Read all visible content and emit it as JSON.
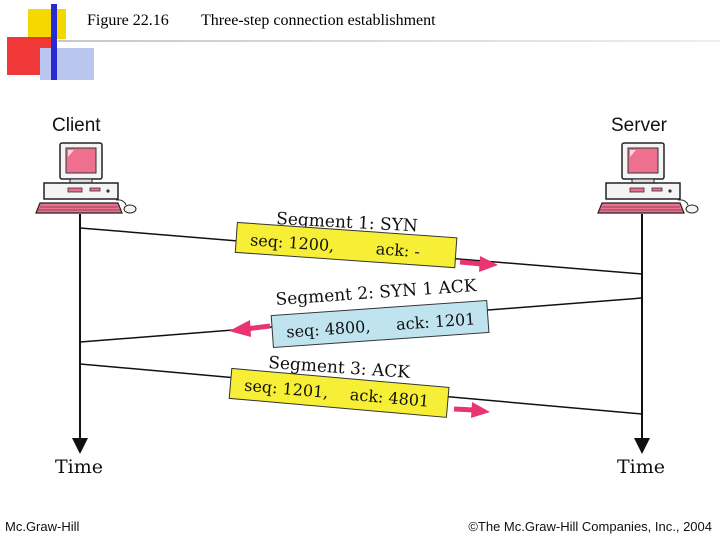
{
  "header": {
    "figure_number": "Figure 22.16",
    "title": "Three-step connection establishment"
  },
  "hosts": {
    "client": "Client",
    "server": "Server"
  },
  "axis": {
    "client_time": "Time",
    "server_time": "Time"
  },
  "segments": [
    {
      "label": "Segment 1: SYN",
      "seq": "seq: 1200,",
      "ack": "ack: -",
      "direction": "client-to-server",
      "box_color": "#f7ee36"
    },
    {
      "label": "Segment 2: SYN 1 ACK",
      "seq": "seq: 4800,",
      "ack": "ack: 1201",
      "direction": "server-to-client",
      "box_color": "#bfe4ef"
    },
    {
      "label": "Segment 3: ACK",
      "seq": "seq: 1201,",
      "ack": "ack: 4801",
      "direction": "client-to-server",
      "box_color": "#f7ee36"
    }
  ],
  "colors": {
    "arrow": "#e8356f",
    "accent_yellow": "#f5d800",
    "accent_red": "#ee2222",
    "accent_blue": "#2a2ad0"
  },
  "footer": {
    "left": "Mc.Graw-Hill",
    "right": "©The Mc.Graw-Hill Companies, Inc., 2004"
  }
}
